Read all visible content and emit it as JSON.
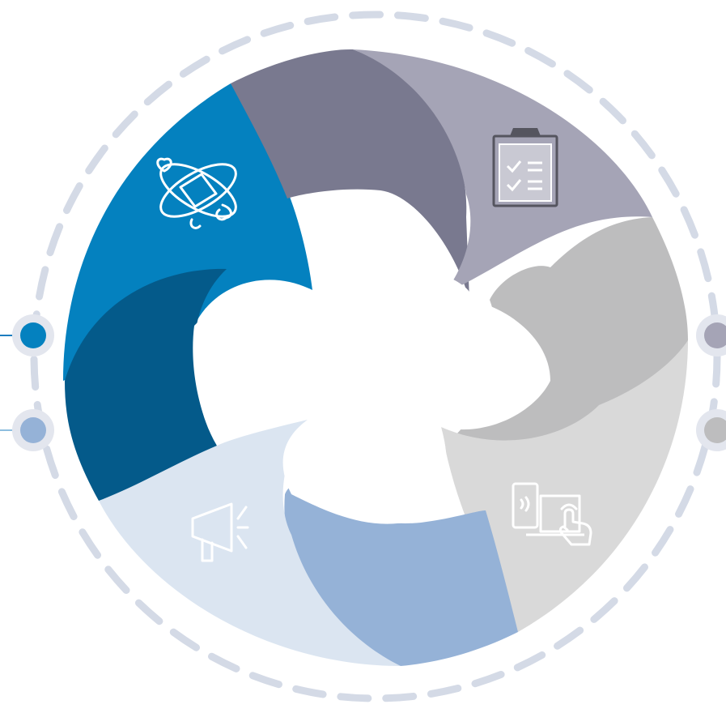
{
  "diagram": {
    "type": "cycle",
    "segment_count": 8,
    "colors": {
      "ring_dash": "#d4dae6",
      "connector_line": "#1c7cbf",
      "node_halo": "#e3e6ee",
      "blue_dark": "#045a8a",
      "blue": "#0481bf",
      "slate_dark": "#79798f",
      "slate_light": "#a5a4b6",
      "gray": "#bdbdbe",
      "gray_light": "#d9d9d9",
      "light_blue": "#95b2d7",
      "pale_blue": "#dbe5f1"
    },
    "segments": [
      {
        "name": "segment-blue",
        "color": "#0481bf",
        "icon": "atom-heart-icon"
      },
      {
        "name": "segment-slate-dark",
        "color": "#79798f",
        "icon": ""
      },
      {
        "name": "segment-slate-light",
        "color": "#a5a4b6",
        "icon": "clipboard-checklist-icon"
      },
      {
        "name": "segment-gray",
        "color": "#bdbdbe",
        "icon": ""
      },
      {
        "name": "segment-gray-light",
        "color": "#d9d9d9",
        "icon": "devices-touch-icon"
      },
      {
        "name": "segment-light-blue",
        "color": "#95b2d7",
        "icon": ""
      },
      {
        "name": "segment-pale-blue",
        "color": "#dbe5f1",
        "icon": "megaphone-icon"
      },
      {
        "name": "segment-blue-dark",
        "color": "#045a8a",
        "icon": ""
      }
    ],
    "nodes": [
      {
        "name": "node-left-top",
        "color": "#0481bf"
      },
      {
        "name": "node-left-bottom",
        "color": "#95b2d7"
      },
      {
        "name": "node-right-top",
        "color": "#a5a4b6"
      },
      {
        "name": "node-right-bottom",
        "color": "#bdbdbe"
      }
    ]
  }
}
